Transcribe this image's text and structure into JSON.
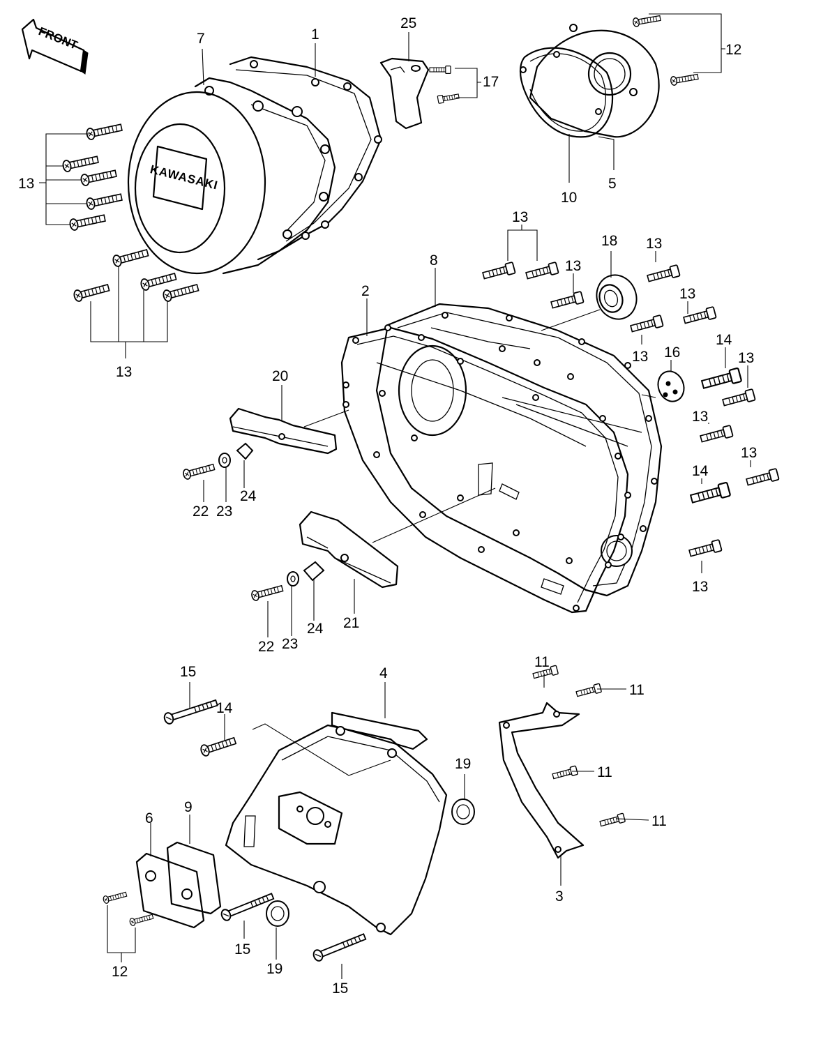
{
  "front_label": "FRONT",
  "brand_text": "KAWASAKI",
  "callouts": {
    "n1": "1",
    "n2": "2",
    "n3": "3",
    "n4": "4",
    "n5": "5",
    "n6": "6",
    "n7": "7",
    "n8": "8",
    "n9": "9",
    "n10": "10",
    "n11": "11",
    "n12": "12",
    "n13": "13",
    "n14": "14",
    "n15": "15",
    "n16": "16",
    "n17": "17",
    "n18": "18",
    "n19": "19",
    "n20": "20",
    "n21": "21",
    "n22": "22",
    "n23": "23",
    "n24": "24",
    "n25": "25"
  }
}
